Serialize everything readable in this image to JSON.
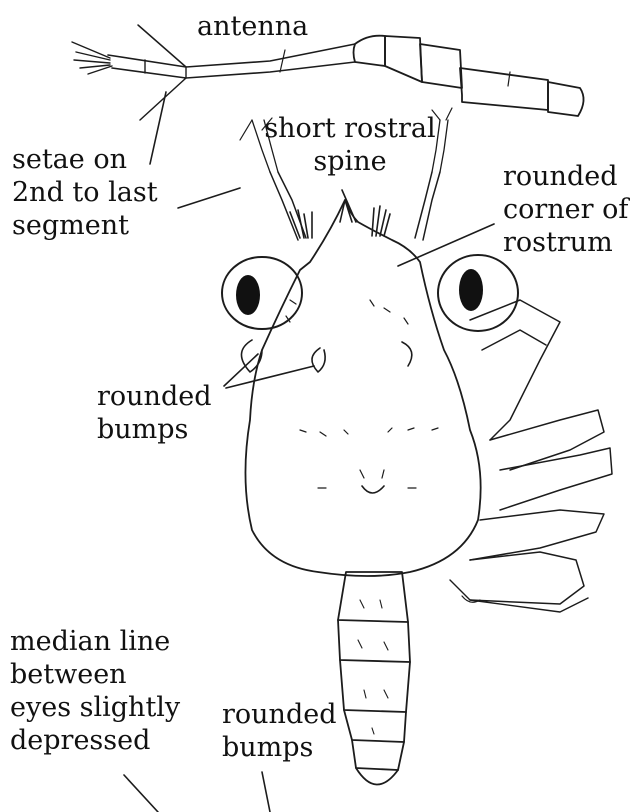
{
  "figure": {
    "labels": {
      "antenna": "antenna",
      "setae": [
        "setae on",
        "2nd to last",
        "segment"
      ],
      "rostral_spine": [
        "short rostral",
        "spine"
      ],
      "rounded_corner": [
        "rounded",
        "corner of",
        "rostrum"
      ],
      "rounded_bumps_upper": [
        "rounded",
        "bumps"
      ],
      "median_line": [
        "median line",
        "between",
        "eyes slightly",
        "depressed"
      ],
      "rounded_bumps_lower": [
        "rounded",
        "bumps"
      ]
    },
    "colors": {
      "ink": "#1c1c1c",
      "text": "#111111",
      "background": "#ffffff"
    }
  }
}
